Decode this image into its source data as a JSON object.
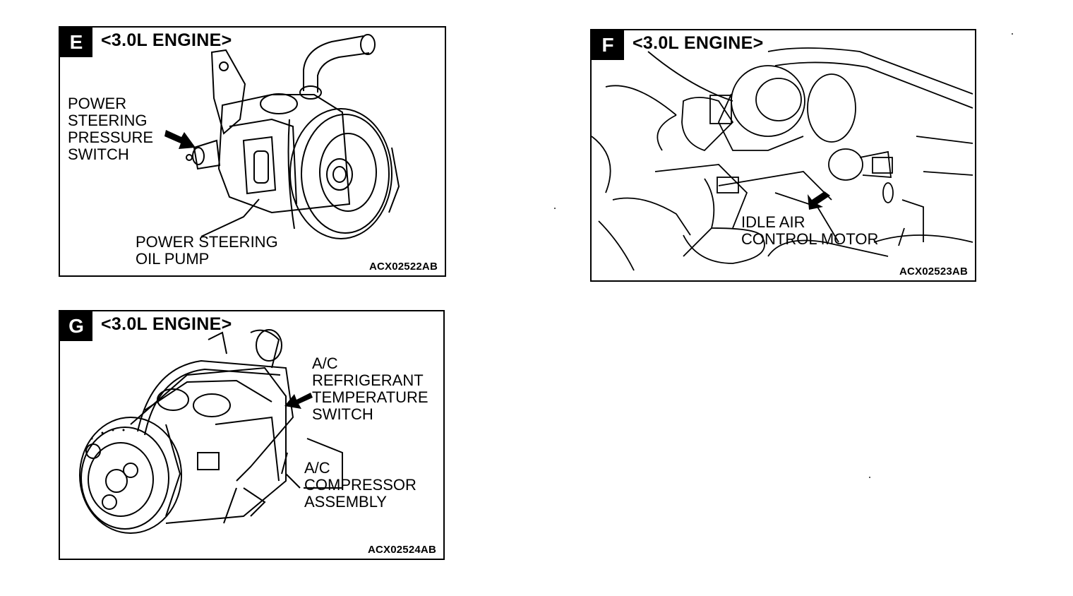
{
  "panels": {
    "e": {
      "letter": "E",
      "engine": "<3.0L ENGINE>",
      "labels": {
        "pressure_switch": [
          "POWER",
          "STEERING",
          "PRESSURE",
          "SWITCH"
        ],
        "oil_pump": [
          "POWER STEERING",
          "OIL PUMP"
        ]
      },
      "code": "ACX02522AB"
    },
    "f": {
      "letter": "F",
      "engine": "<3.0L ENGINE>",
      "labels": {
        "idle_air": [
          "IDLE AIR",
          "CONTROL MOTOR"
        ]
      },
      "code": "ACX02523AB"
    },
    "g": {
      "letter": "G",
      "engine": "<3.0L ENGINE>",
      "labels": {
        "temp_switch": [
          "A/C",
          "REFRIGERANT",
          "TEMPERATURE",
          "SWITCH"
        ],
        "compressor": [
          "A/C",
          "COMPRESSOR",
          "ASSEMBLY"
        ]
      },
      "code": "ACX02524AB"
    }
  },
  "icons": {
    "panel_e_art": "power-steering-pump-illustration",
    "panel_f_art": "idle-air-control-motor-illustration",
    "panel_g_art": "ac-compressor-illustration"
  }
}
